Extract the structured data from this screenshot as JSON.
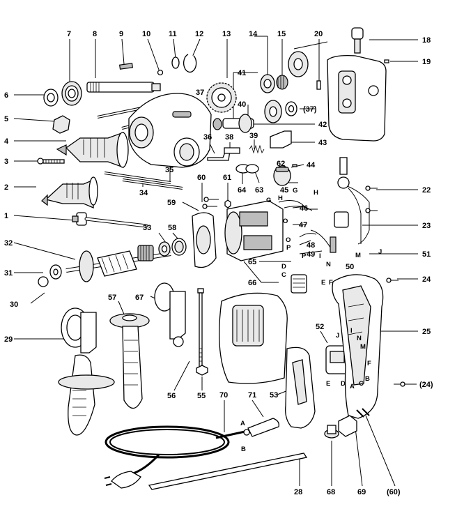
{
  "diagram": {
    "part_labels": [
      {
        "id": "p7",
        "text": "7"
      },
      {
        "id": "p8",
        "text": "8"
      },
      {
        "id": "p9",
        "text": "9"
      },
      {
        "id": "p10",
        "text": "10"
      },
      {
        "id": "p11",
        "text": "11"
      },
      {
        "id": "p12",
        "text": "12"
      },
      {
        "id": "p13",
        "text": "13"
      },
      {
        "id": "p14",
        "text": "14"
      },
      {
        "id": "p15",
        "text": "15"
      },
      {
        "id": "p20",
        "text": "20"
      },
      {
        "id": "p18",
        "text": "18"
      },
      {
        "id": "p19",
        "text": "19"
      },
      {
        "id": "p6",
        "text": "6"
      },
      {
        "id": "p37a",
        "text": "37"
      },
      {
        "id": "p41",
        "text": "41"
      },
      {
        "id": "p40",
        "text": "40"
      },
      {
        "id": "p37b",
        "text": "(37)"
      },
      {
        "id": "p42",
        "text": "42"
      },
      {
        "id": "p5",
        "text": "5"
      },
      {
        "id": "p4",
        "text": "4"
      },
      {
        "id": "p36",
        "text": "36"
      },
      {
        "id": "p38",
        "text": "38"
      },
      {
        "id": "p39",
        "text": "39"
      },
      {
        "id": "p43",
        "text": "43"
      },
      {
        "id": "p3",
        "text": "3"
      },
      {
        "id": "p35",
        "text": "35"
      },
      {
        "id": "p44",
        "text": "44"
      },
      {
        "id": "p62",
        "text": "62"
      },
      {
        "id": "p2",
        "text": "2"
      },
      {
        "id": "p34",
        "text": "34"
      },
      {
        "id": "p60",
        "text": "60"
      },
      {
        "id": "p61",
        "text": "61"
      },
      {
        "id": "p64",
        "text": "64"
      },
      {
        "id": "p63",
        "text": "63"
      },
      {
        "id": "p45",
        "text": "45"
      },
      {
        "id": "p22",
        "text": "22"
      },
      {
        "id": "p1",
        "text": "1"
      },
      {
        "id": "p59",
        "text": "59"
      },
      {
        "id": "p46",
        "text": "46"
      },
      {
        "id": "p33",
        "text": "33"
      },
      {
        "id": "p58",
        "text": "58"
      },
      {
        "id": "p47",
        "text": "47"
      },
      {
        "id": "p23",
        "text": "23"
      },
      {
        "id": "p32",
        "text": "32"
      },
      {
        "id": "p48",
        "text": "48"
      },
      {
        "id": "p49",
        "text": "49"
      },
      {
        "id": "p51",
        "text": "51"
      },
      {
        "id": "p65",
        "text": "65"
      },
      {
        "id": "p50",
        "text": "50"
      },
      {
        "id": "p31",
        "text": "31"
      },
      {
        "id": "p24a",
        "text": "24"
      },
      {
        "id": "p66",
        "text": "66"
      },
      {
        "id": "p30",
        "text": "30"
      },
      {
        "id": "p57",
        "text": "57"
      },
      {
        "id": "p67",
        "text": "67"
      },
      {
        "id": "p25",
        "text": "25"
      },
      {
        "id": "p29",
        "text": "29"
      },
      {
        "id": "p52",
        "text": "52"
      },
      {
        "id": "p24b",
        "text": "(24)"
      },
      {
        "id": "p56",
        "text": "56"
      },
      {
        "id": "p55",
        "text": "55"
      },
      {
        "id": "p53",
        "text": "53"
      },
      {
        "id": "p70",
        "text": "70"
      },
      {
        "id": "p71",
        "text": "71"
      },
      {
        "id": "p28",
        "text": "28"
      },
      {
        "id": "p68",
        "text": "68"
      },
      {
        "id": "p69",
        "text": "69"
      },
      {
        "id": "p60b",
        "text": "(60)"
      }
    ],
    "wire_labels": [
      {
        "id": "wG1",
        "text": "G"
      },
      {
        "id": "wH1",
        "text": "H"
      },
      {
        "id": "wG2",
        "text": "G"
      },
      {
        "id": "wH2",
        "text": "H"
      },
      {
        "id": "wO1",
        "text": "O"
      },
      {
        "id": "wO2",
        "text": "O"
      },
      {
        "id": "wP1",
        "text": "P"
      },
      {
        "id": "wP2",
        "text": "P"
      },
      {
        "id": "wD1",
        "text": "D"
      },
      {
        "id": "wC1",
        "text": "C"
      },
      {
        "id": "wN1",
        "text": "N"
      },
      {
        "id": "wI1",
        "text": "I"
      },
      {
        "id": "wE1",
        "text": "E"
      },
      {
        "id": "wF1",
        "text": "F"
      },
      {
        "id": "wJ1",
        "text": "J"
      },
      {
        "id": "wM1",
        "text": "M"
      },
      {
        "id": "wJ2",
        "text": "J"
      },
      {
        "id": "wI2",
        "text": "I"
      },
      {
        "id": "wN2",
        "text": "N"
      },
      {
        "id": "wM2",
        "text": "M"
      },
      {
        "id": "wB1",
        "text": "B"
      },
      {
        "id": "wF2",
        "text": "F"
      },
      {
        "id": "wE2",
        "text": "E"
      },
      {
        "id": "wD2",
        "text": "D"
      },
      {
        "id": "wA1",
        "text": "A"
      },
      {
        "id": "wC2",
        "text": "C"
      },
      {
        "id": "wA2",
        "text": "A"
      },
      {
        "id": "wB2",
        "text": "B"
      }
    ]
  }
}
